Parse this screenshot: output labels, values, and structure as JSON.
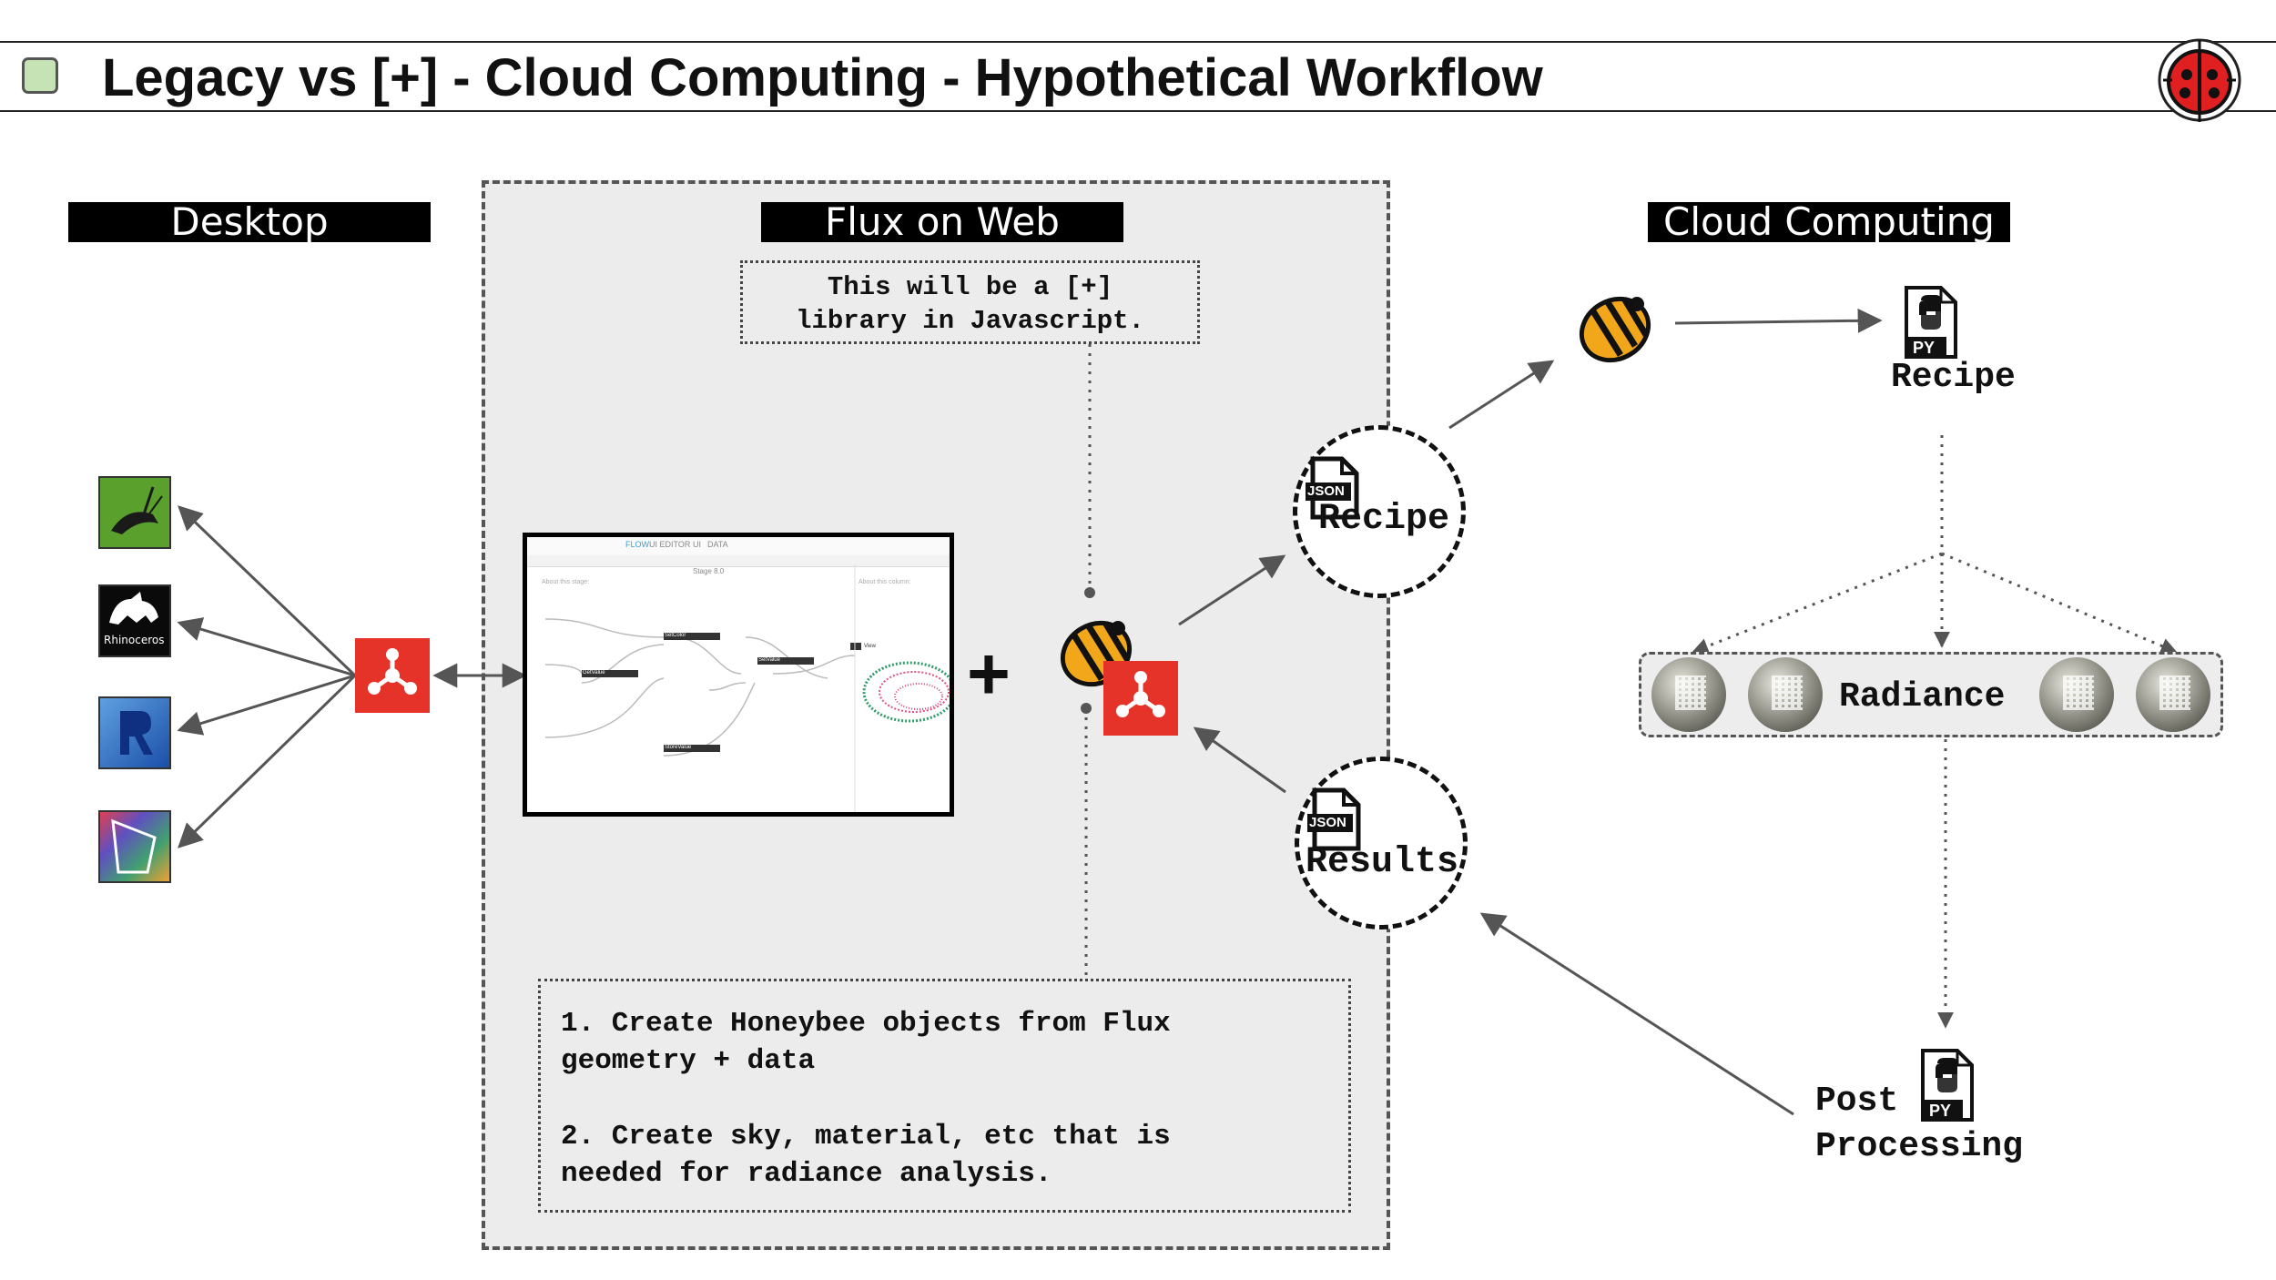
{
  "title": "Legacy vs [+] - Cloud Computing - Hypothetical Workflow",
  "sections": {
    "desktop": "Desktop",
    "flux": "Flux on Web",
    "cloud": "Cloud Computing"
  },
  "notes": {
    "library": "This will be a [+]\nlibrary in Javascript.",
    "step1": "1. Create Honeybee objects from Flux\ngeometry + data",
    "step2": "2. Create sky, material, etc that is\nneeded for radiance analysis."
  },
  "flow": {
    "json_recipe": "Recipe",
    "json_results": "Results",
    "json_badge": "JSON",
    "py_badge": "PY",
    "cloud_recipe": "Recipe",
    "radiance": "Radiance",
    "post_line1": "Post",
    "post_line2": "Processing",
    "plus": "+"
  },
  "desktop_apps": {
    "rhino_label": "Rhinoceros"
  },
  "flux_screen": {
    "tabs": [
      "FLOW",
      "UI EDITOR",
      "UI",
      "DATA"
    ],
    "stage": "Stage 8.0",
    "left_note": "About this stage:",
    "right_note": "About this column:",
    "nodes": [
      "SetColor",
      "GetValue",
      "SetValue",
      "StoreValue"
    ],
    "view_label": "View"
  },
  "colors": {
    "flux_red": "#e63329",
    "panel_bg": "#ececec",
    "title_square": "#c5e3b4"
  }
}
